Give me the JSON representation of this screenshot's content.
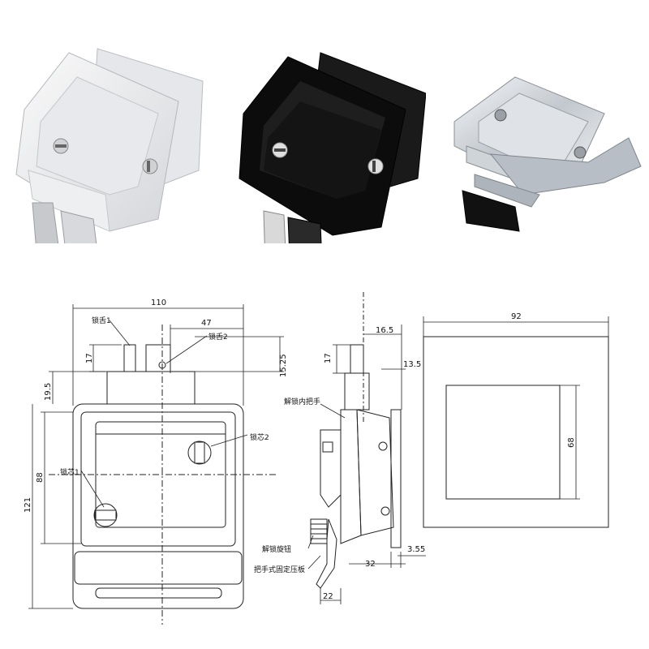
{
  "photos": [
    {
      "name": "white"
    },
    {
      "name": "black"
    },
    {
      "name": "chrome"
    }
  ],
  "front_view": {
    "dims": {
      "width": "110",
      "offset": "47",
      "tongue_height": "17",
      "tongue_offset": "15.25",
      "top_gap": "19.5",
      "inner_height": "88",
      "total_height": "121"
    },
    "labels": {
      "tongue1": "锁舌1",
      "tongue2": "锁舌2",
      "cylinder1": "锁芯1",
      "cylinder2": "锁芯2"
    }
  },
  "side_view": {
    "dims": {
      "top_width": "16.5",
      "tongue_height": "17",
      "flange": "13.5",
      "depth": "32",
      "plate": "3.55",
      "handle": "22"
    },
    "labels": {
      "inner_handle": "解锁内把手",
      "knob": "解锁旋钮",
      "plate": "把手式固定压板"
    }
  },
  "cutout_view": {
    "dims": {
      "width": "92",
      "height": "68"
    }
  }
}
